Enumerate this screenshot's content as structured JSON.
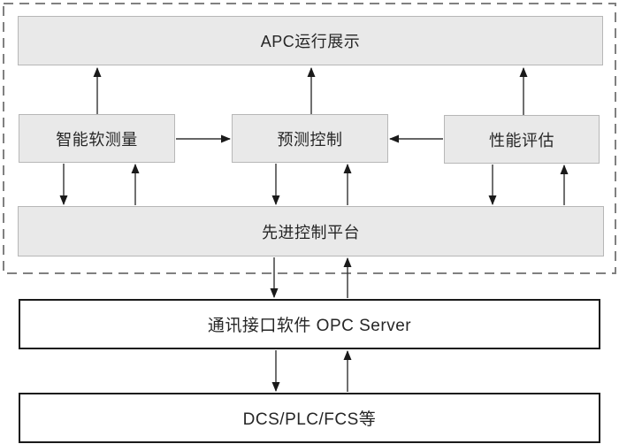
{
  "diagram": {
    "group_apc": {
      "apc_display": {
        "label": "APC运行展示"
      },
      "soft_sensor": {
        "label": "智能软测量"
      },
      "predictive_control": {
        "label": "预测控制"
      },
      "performance_evaluation": {
        "label": "性能评估"
      },
      "control_platform": {
        "label": "先进控制平台"
      }
    },
    "opc_server": {
      "label": "通讯接口软件 OPC Server"
    },
    "field_systems": {
      "label": "DCS/PLC/FCS等"
    }
  },
  "edges": [
    {
      "from": "soft_sensor",
      "to": "apc_display"
    },
    {
      "from": "predictive_control",
      "to": "apc_display"
    },
    {
      "from": "performance_evaluation",
      "to": "apc_display"
    },
    {
      "from": "soft_sensor",
      "to": "predictive_control"
    },
    {
      "from": "performance_evaluation",
      "to": "predictive_control"
    },
    {
      "from": "soft_sensor",
      "to": "control_platform"
    },
    {
      "from": "control_platform",
      "to": "soft_sensor"
    },
    {
      "from": "predictive_control",
      "to": "control_platform"
    },
    {
      "from": "control_platform",
      "to": "predictive_control"
    },
    {
      "from": "performance_evaluation",
      "to": "control_platform"
    },
    {
      "from": "control_platform",
      "to": "performance_evaluation"
    },
    {
      "from": "control_platform",
      "to": "opc_server"
    },
    {
      "from": "opc_server",
      "to": "control_platform"
    },
    {
      "from": "opc_server",
      "to": "field_systems"
    },
    {
      "from": "field_systems",
      "to": "opc_server"
    }
  ],
  "colors": {
    "background": "#ffffff",
    "node_fill": "#e9e9e9",
    "node_border": "#b7b7b7",
    "io_node_border": "#1a1a1a",
    "group_dashed_border": "#808080",
    "arrow": "#333333",
    "text": "#262626"
  }
}
